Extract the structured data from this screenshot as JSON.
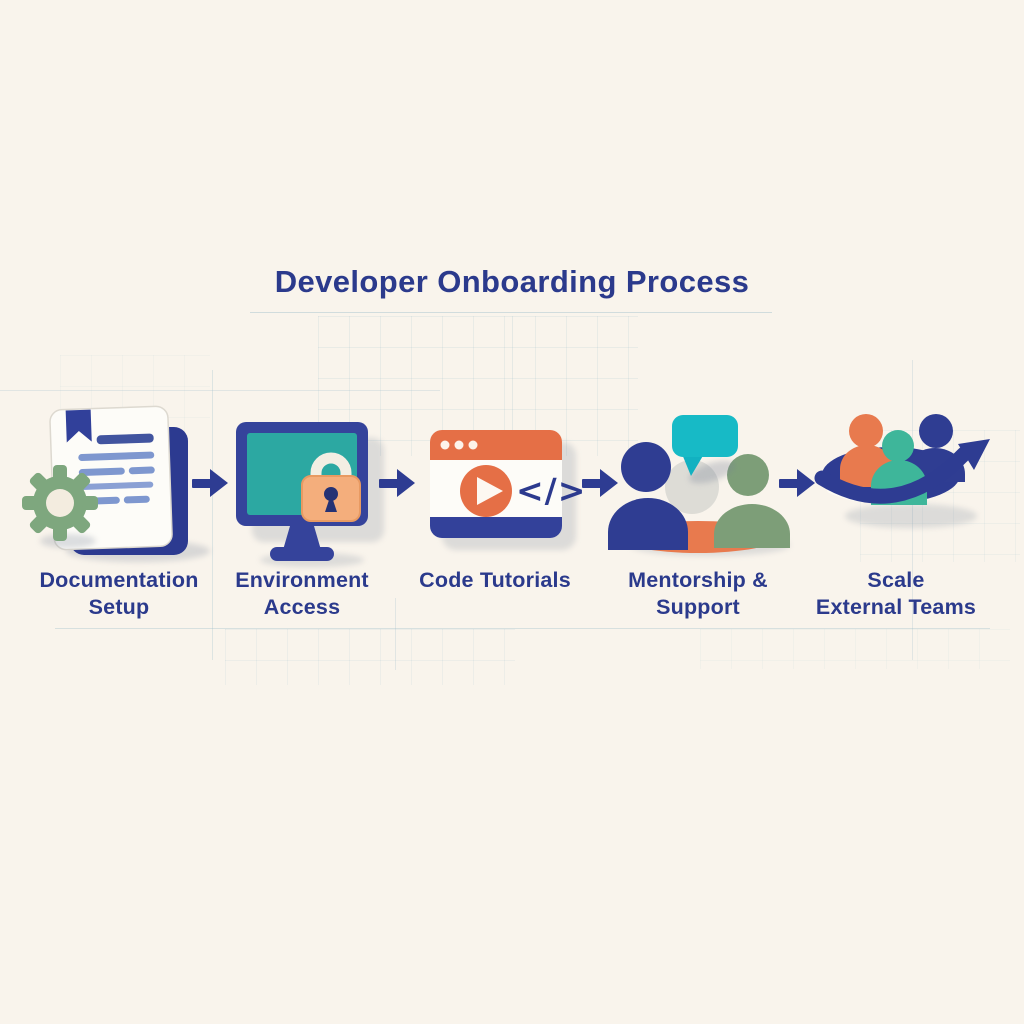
{
  "title": "Developer Onboarding Process",
  "steps": [
    {
      "id": "documentation-setup",
      "label": "Documentation Setup",
      "label_lines": [
        "Documentation",
        "Setup"
      ],
      "icon": "document-with-gear-icon"
    },
    {
      "id": "environment-access",
      "label": "Environment Access",
      "label_lines": [
        "Environment",
        "Access"
      ],
      "icon": "monitor-with-lock-icon"
    },
    {
      "id": "code-tutorials",
      "label": "Code Tutorials",
      "label_lines": [
        "Code Tutorials"
      ],
      "icon": "video-player-with-code-icon",
      "code_glyph": "</>"
    },
    {
      "id": "mentorship-support",
      "label": "Mentorship & Support",
      "label_lines": [
        "Mentorship &",
        "Support"
      ],
      "icon": "people-with-speech-bubble-icon"
    },
    {
      "id": "scale-external-teams",
      "label": "Scale External Teams",
      "label_lines": [
        "Scale",
        "External Teams"
      ],
      "icon": "team-with-growth-arrow-icon"
    }
  ],
  "connector": {
    "icon": "right-arrow",
    "count": 4
  },
  "colors": {
    "background": "#f9f4ec",
    "navy": "#2e3c92",
    "text_blue": "#2b3a8c",
    "orange": "#e56f46",
    "person_orange": "#e87a4e",
    "peach_lock": "#f4ae7c",
    "teal_screen": "#2ca8a2",
    "cyan_bubble": "#17bac6",
    "teal_person": "#3eb69a",
    "sage_gear": "#7ea77e",
    "green_person": "#7d9e78",
    "paper": "#fdfcf8"
  }
}
